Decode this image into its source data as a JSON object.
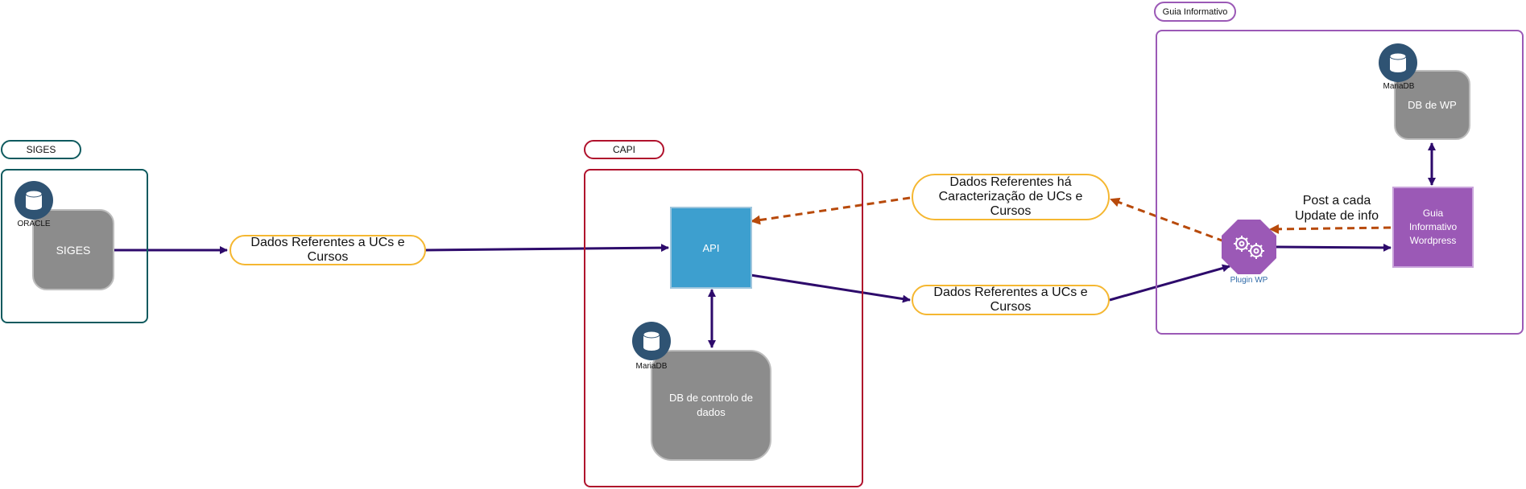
{
  "groups": {
    "siges": {
      "title": "SIGES",
      "color": "#0e5a5e"
    },
    "capi": {
      "title": "CAPI",
      "color": "#b0112c"
    },
    "guia": {
      "title": "Guia Informativo",
      "color": "#9b59b6"
    }
  },
  "nodes": {
    "siges_box": "SIGES",
    "oracle_label": "ORACLE",
    "api_box": "API",
    "capi_db": "DB de controlo de dados",
    "capi_db_label": "MariaDB",
    "wp_db": "DB de WP",
    "wp_db_label": "MariaDB",
    "guia_wp": "Guia Informativo Wordpress",
    "plugin_label": "Plugin WP"
  },
  "labels": {
    "siges_to_api": "Dados Referentes a UCs e Cursos",
    "api_to_plugin": "Dados Referentes a UCs e Cursos",
    "plugin_to_api": "Dados Referentes há Caracterização de UCs e Cursos",
    "post_update": "Post a cada Update de info"
  },
  "colors": {
    "arrow_primary": "#2d0a6b",
    "arrow_dashed": "#b84a0b",
    "api_fill": "#3d9fcf",
    "wp_fill": "#9b59b6",
    "pill_border": "#f5b731",
    "db_icon": "#2f5373",
    "gray_node": "#8c8c8c"
  },
  "icons": [
    "database-icon",
    "gears-icon"
  ]
}
